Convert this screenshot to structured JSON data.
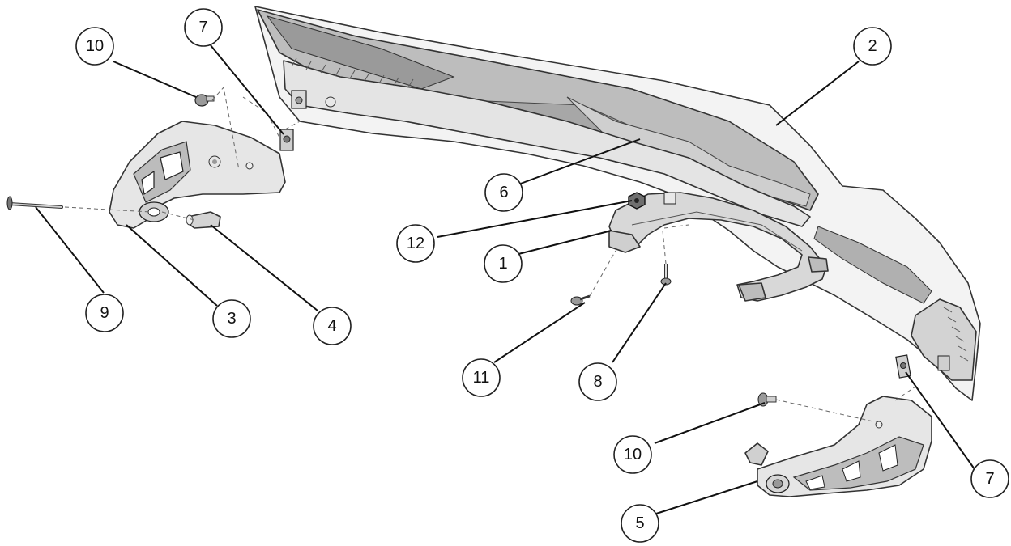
{
  "diagram": {
    "callouts": [
      {
        "id": "c10a",
        "label": "10"
      },
      {
        "id": "c7a",
        "label": "7"
      },
      {
        "id": "c2",
        "label": "2"
      },
      {
        "id": "c6",
        "label": "6"
      },
      {
        "id": "c12",
        "label": "12"
      },
      {
        "id": "c1",
        "label": "1"
      },
      {
        "id": "c9",
        "label": "9"
      },
      {
        "id": "c3",
        "label": "3"
      },
      {
        "id": "c4",
        "label": "4"
      },
      {
        "id": "c11",
        "label": "11"
      },
      {
        "id": "c8",
        "label": "8"
      },
      {
        "id": "c10b",
        "label": "10"
      },
      {
        "id": "c7b",
        "label": "7"
      },
      {
        "id": "c5",
        "label": "5"
      }
    ],
    "colors": {
      "line": "#222222",
      "panel_light": "#f2f2f2",
      "panel_mid": "#d6d6d6",
      "panel_dark": "#a9a9a9",
      "panel_shadow": "#8c8c8c"
    }
  }
}
